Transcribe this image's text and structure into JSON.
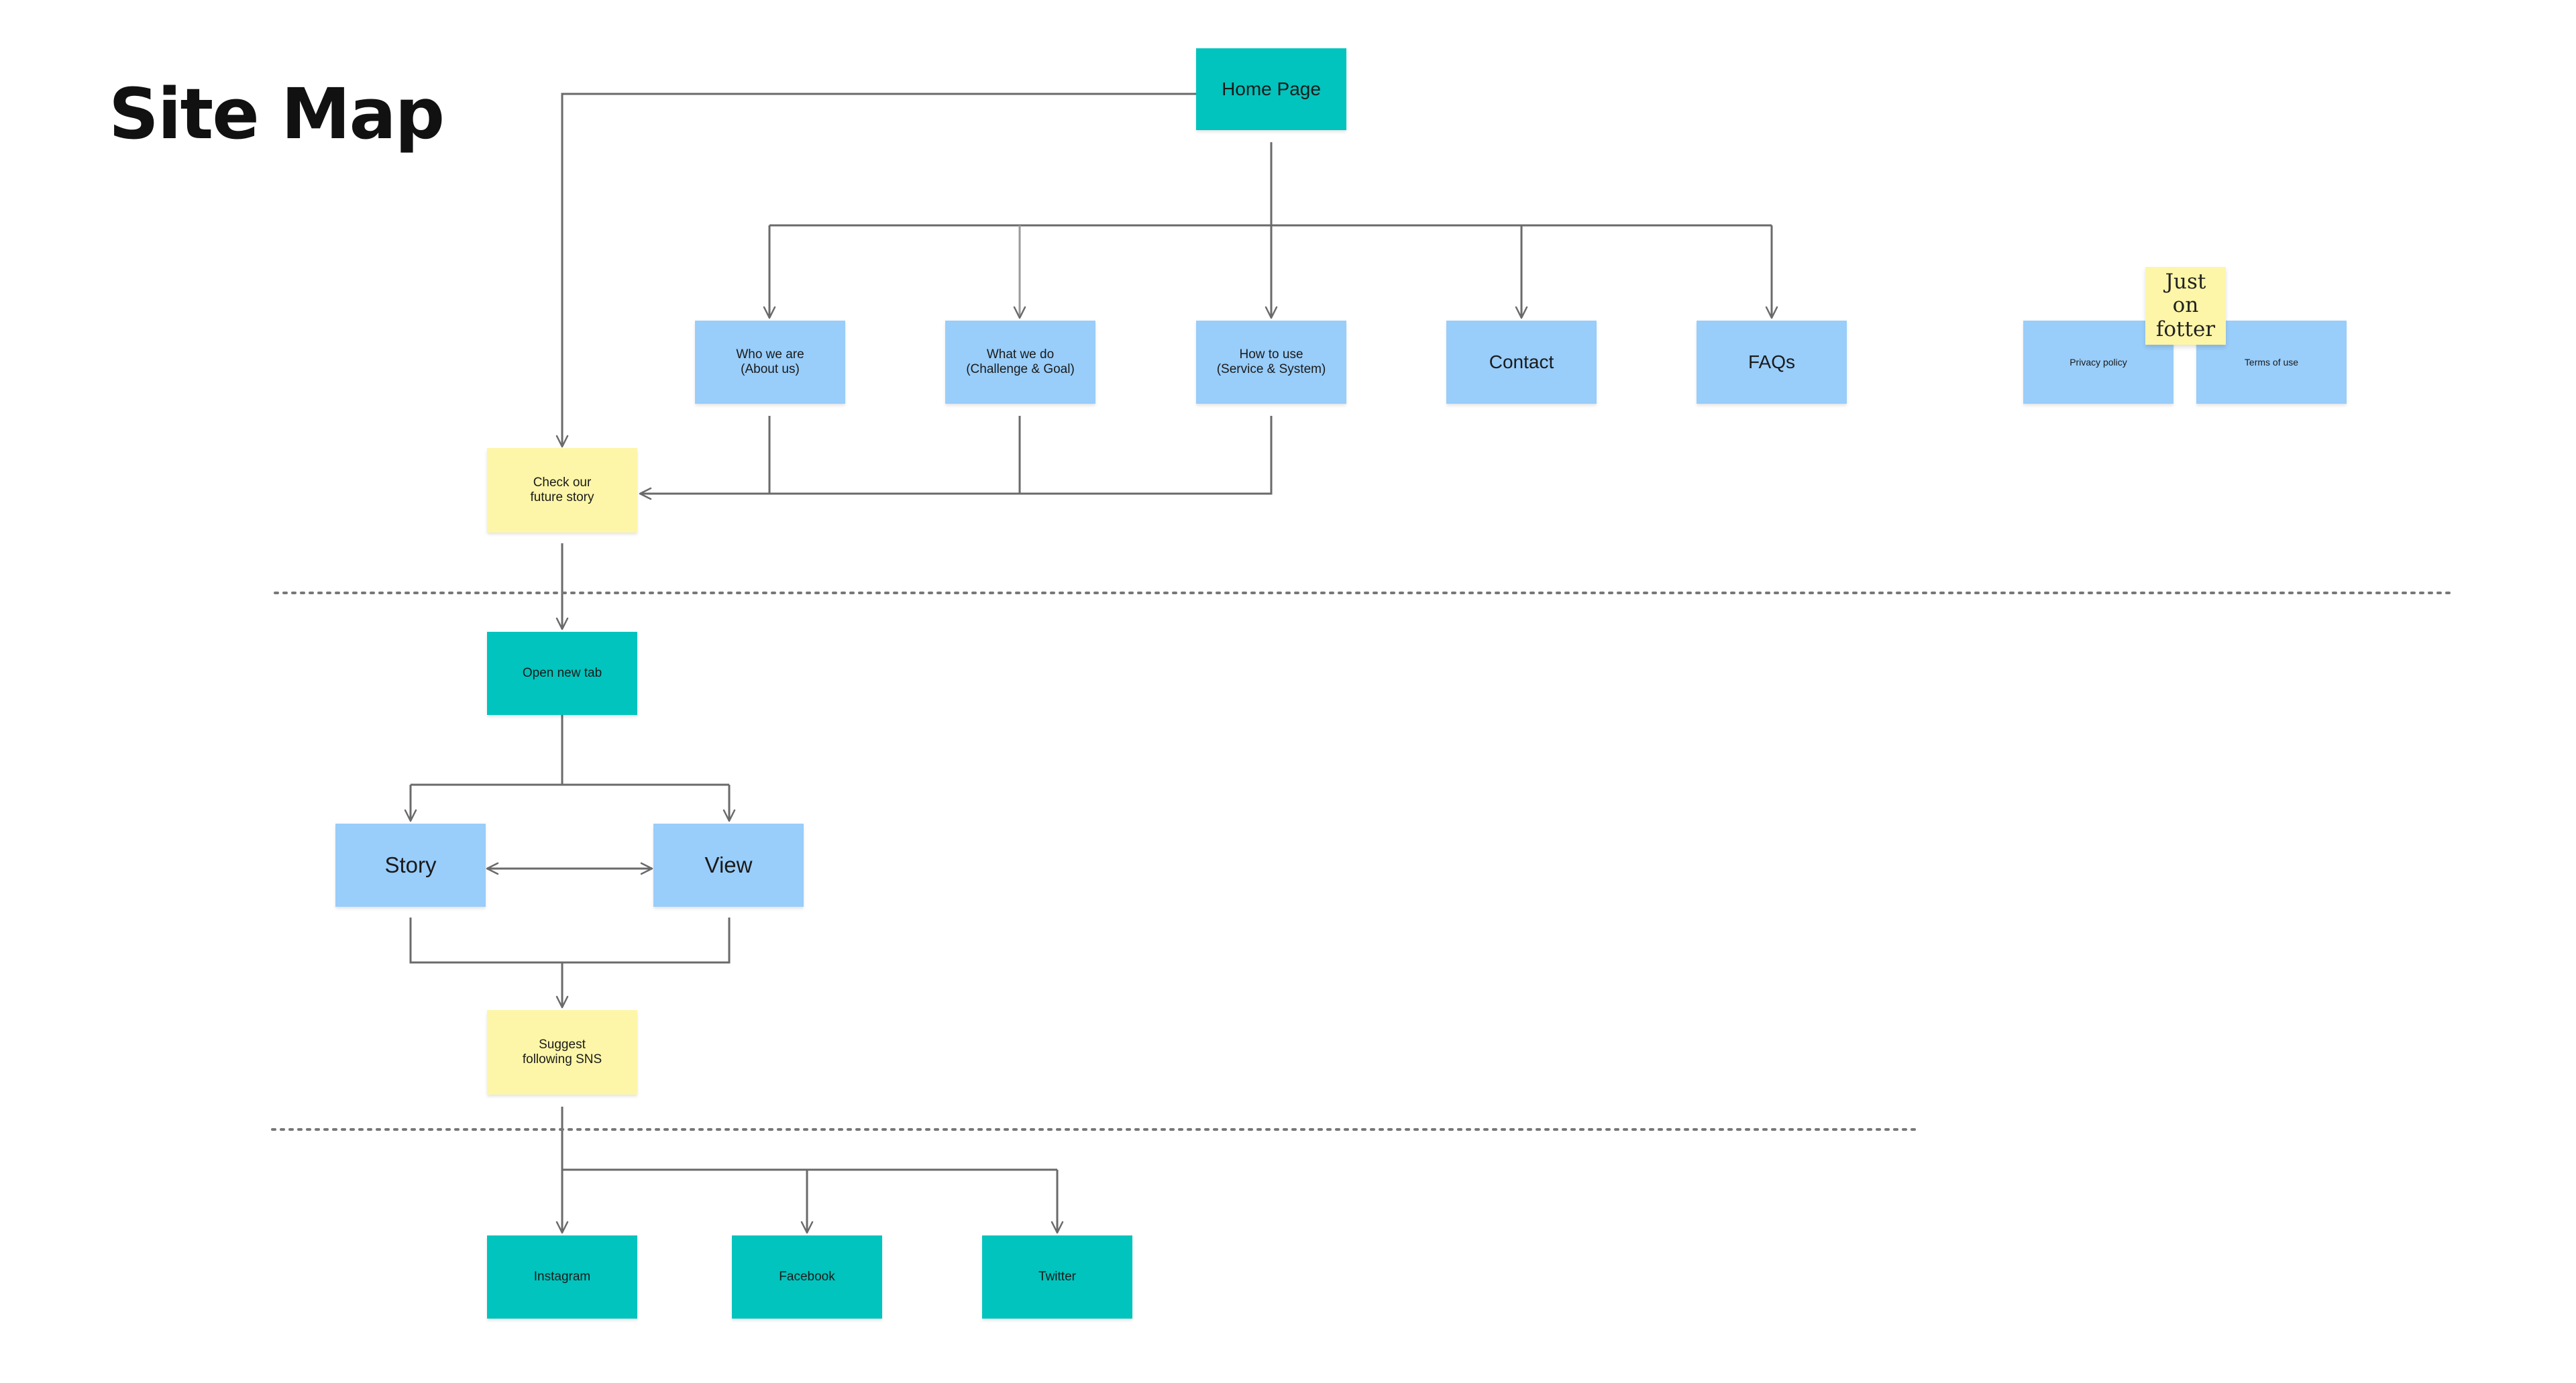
{
  "title": "Site Map",
  "colors": {
    "teal": "#00c4bd",
    "blue": "#99cdfa",
    "yellow": "#fdf6a8",
    "connector": "#6a6a6a",
    "divider": "#777777"
  },
  "nodes": {
    "home_page": "Home Page",
    "who_we_are": "Who we are\n(About us)",
    "what_we_do": "What we do\n(Challenge & Goal)",
    "how_to_use": "How to use\n(Service & System)",
    "contact": "Contact",
    "faqs": "FAQs",
    "privacy_policy": "Privacy policy",
    "terms_of_use": "Terms of use",
    "footer_note": "Just on\nfotter",
    "check_future_story": "Check our\nfuture story",
    "open_new_tab": "Open new tab",
    "story": "Story",
    "view": "View",
    "suggest_sns": "Suggest\nfollowing SNS",
    "instagram": "Instagram",
    "facebook": "Facebook",
    "twitter": "Twitter"
  }
}
